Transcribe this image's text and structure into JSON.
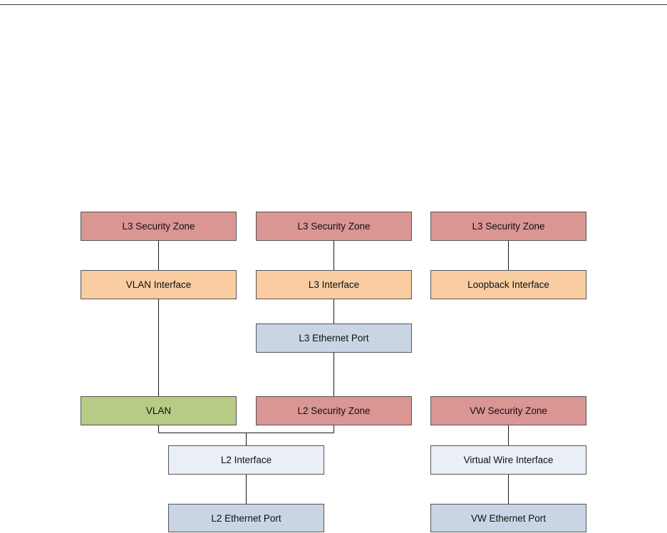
{
  "diagram": {
    "colors": {
      "security_zone": "#da9693",
      "interface": "#f9cca2",
      "ethernet_port": "#c9d5e4",
      "vlan": "#b7cb85",
      "l2_interface": "#eaeef7"
    },
    "nodes": {
      "l3_zone_left": "L3 Security Zone",
      "l3_zone_center": "L3 Security Zone",
      "l3_zone_right": "L3 Security Zone",
      "vlan_interface": "VLAN Interface",
      "l3_interface": "L3 Interface",
      "loopback_interface": "Loopback Interface",
      "l3_ethernet_port": "L3 Ethernet Port",
      "vlan": "VLAN",
      "l2_security_zone": "L2 Security Zone",
      "vw_security_zone": "VW Security Zone",
      "l2_interface": "L2 Interface",
      "virtual_wire_interface": "Virtual Wire Interface",
      "l2_ethernet_port": "L2 Ethernet Port",
      "vw_ethernet_port": "VW Ethernet Port"
    },
    "edges": [
      [
        "l3_zone_left",
        "vlan_interface"
      ],
      [
        "l3_zone_center",
        "l3_interface"
      ],
      [
        "l3_zone_right",
        "loopback_interface"
      ],
      [
        "l3_interface",
        "l3_ethernet_port"
      ],
      [
        "vlan_interface",
        "vlan"
      ],
      [
        "l3_ethernet_port",
        "l2_security_zone"
      ],
      [
        "vlan",
        "l2_interface"
      ],
      [
        "l2_security_zone",
        "l2_interface"
      ],
      [
        "l2_interface",
        "l2_ethernet_port"
      ],
      [
        "vw_security_zone",
        "virtual_wire_interface"
      ],
      [
        "virtual_wire_interface",
        "vw_ethernet_port"
      ]
    ]
  }
}
